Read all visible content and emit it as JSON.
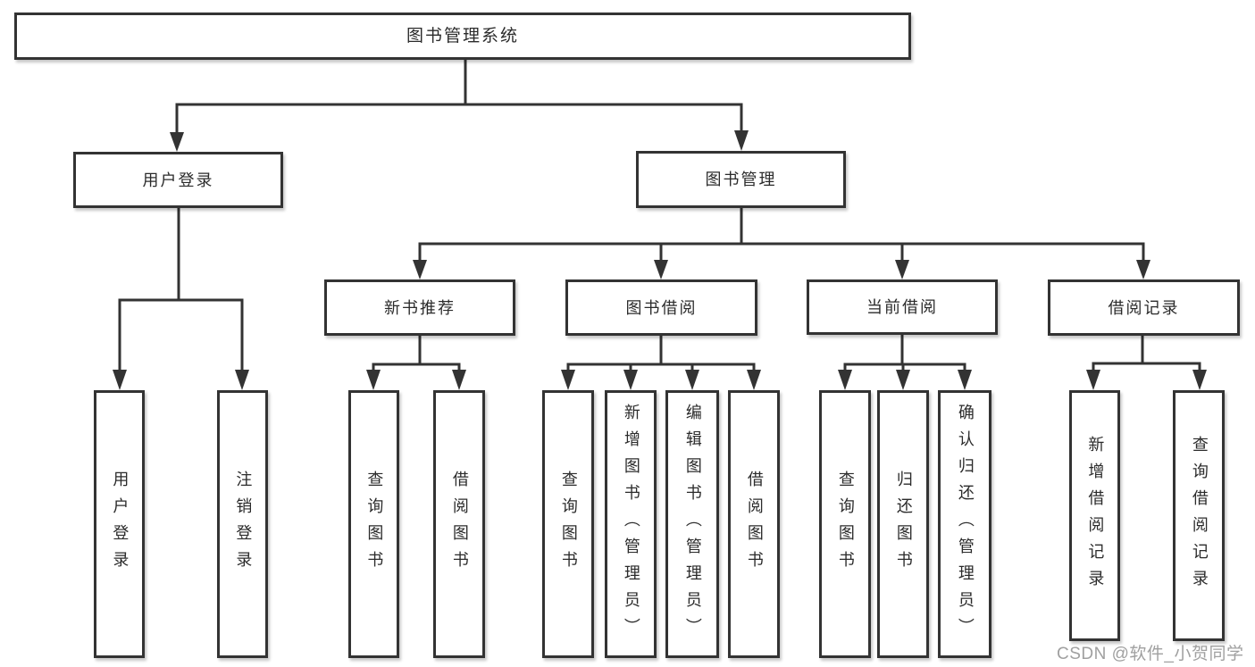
{
  "colors": {
    "line": "#333333",
    "box_border": "#333333",
    "text": "#2b2b2b",
    "watermark": "#a0a0a0",
    "background": "#ffffff"
  },
  "tree": {
    "root": {
      "label": "图书管理系统",
      "children": [
        {
          "label": "用户登录",
          "children": [
            {
              "label": "用户登录"
            },
            {
              "label": "注销登录"
            }
          ]
        },
        {
          "label": "图书管理",
          "children": [
            {
              "label": "新书推荐",
              "children": [
                {
                  "label": "查询图书"
                },
                {
                  "label": "借阅图书"
                }
              ]
            },
            {
              "label": "图书借阅",
              "children": [
                {
                  "label": "查询图书"
                },
                {
                  "label": "新增图书（管理员）"
                },
                {
                  "label": "编辑图书（管理员）"
                },
                {
                  "label": "借阅图书"
                }
              ]
            },
            {
              "label": "当前借阅",
              "children": [
                {
                  "label": "查询图书"
                },
                {
                  "label": "归还图书"
                },
                {
                  "label": "确认归还（管理员）"
                }
              ]
            },
            {
              "label": "借阅记录",
              "children": [
                {
                  "label": "新增借阅记录"
                },
                {
                  "label": "查询借阅记录"
                }
              ]
            }
          ]
        }
      ]
    }
  },
  "watermark": {
    "text": "CSDN @软件_小贺同学"
  }
}
